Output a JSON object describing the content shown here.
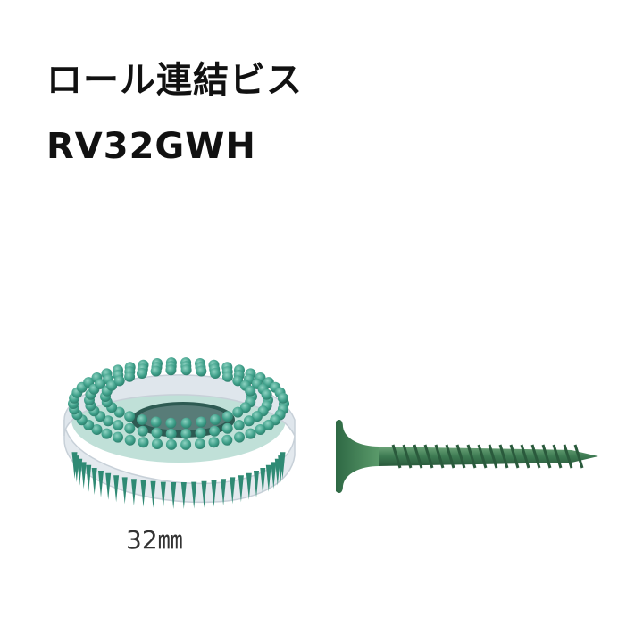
{
  "product": {
    "title": "ロール連結ビス",
    "model": "RV32GWH",
    "size_label": "32㎜"
  },
  "colors": {
    "text": "#111111",
    "screw_green": "#3f8a5f",
    "screw_teal": "#4aa58f",
    "strip_clear": "#dfe6ec"
  },
  "icons": {
    "coil": "coiled-screw-strip-image",
    "screw": "single-screw-image"
  }
}
